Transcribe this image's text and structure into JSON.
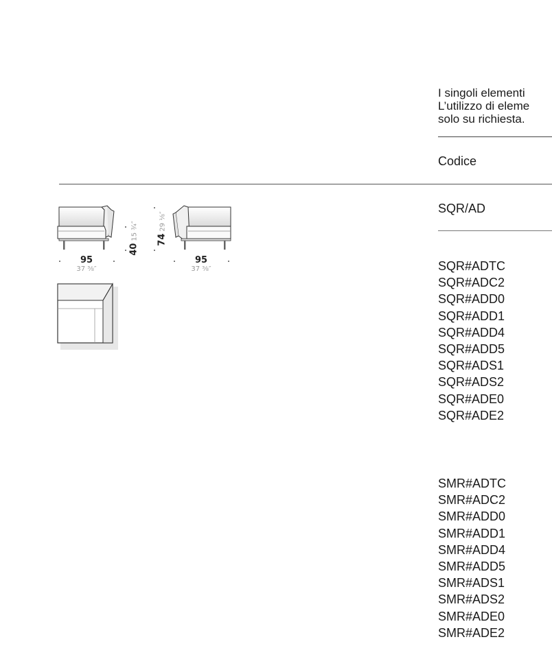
{
  "intro": {
    "line1": "I singoli elementi",
    "line2": "L’utilizzo di eleme",
    "line3": "solo su richiesta."
  },
  "table": {
    "header_code": "Codice",
    "model_code": "SQR/AD",
    "sqr_codes": [
      "SQR#ADTC",
      "SQR#ADC2",
      "SQR#ADD0",
      "SQR#ADD1",
      "SQR#ADD4",
      "SQR#ADD5",
      "SQR#ADS1",
      "SQR#ADS2",
      "SQR#ADE0",
      "SQR#ADE2"
    ],
    "smr_codes": [
      "SMR#ADTC",
      "SMR#ADC2",
      "SMR#ADD0",
      "SMR#ADD1",
      "SMR#ADD4",
      "SMR#ADD5",
      "SMR#ADS1",
      "SMR#ADS2",
      "SMR#ADE0",
      "SMR#ADE2"
    ]
  },
  "dimensions": {
    "width_front_cm": "95",
    "width_front_in": "37 ⅜″",
    "width_side_cm": "95",
    "width_side_in": "37 ⅜″",
    "seat_height_cm": "40",
    "seat_height_in": "15 ¾″",
    "total_height_cm": "74",
    "total_height_in": "29 ⅛″"
  }
}
